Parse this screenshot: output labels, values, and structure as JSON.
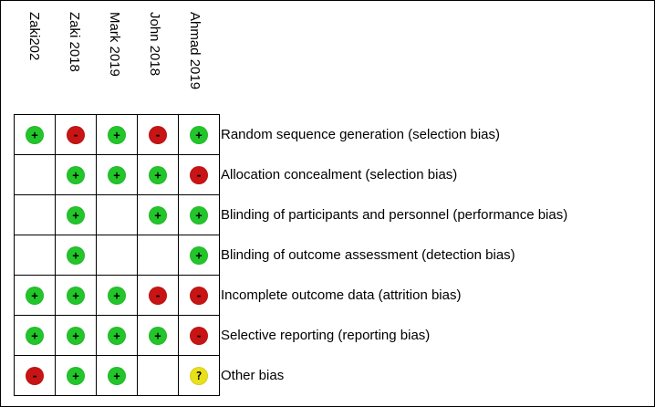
{
  "chart_data": {
    "type": "table",
    "studies": [
      "Zaki202",
      "Zaki 2018",
      "Mark 2019",
      "John 2018",
      "Ahmad 2019"
    ],
    "domains": [
      "Random sequence generation (selection bias)",
      "Allocation concealment (selection bias)",
      "Blinding of participants and personnel (performance bias)",
      "Blinding of outcome assessment (detection bias)",
      "Incomplete outcome data (attrition bias)",
      "Selective reporting (reporting bias)",
      "Other bias"
    ],
    "judgements": [
      [
        "+",
        "-",
        "+",
        "-",
        "+"
      ],
      [
        "",
        "+",
        "+",
        "+",
        "-"
      ],
      [
        "",
        "+",
        "",
        "+",
        "+"
      ],
      [
        "",
        "+",
        "",
        "",
        "+"
      ],
      [
        "+",
        "+",
        "+",
        "-",
        "-"
      ],
      [
        "+",
        "+",
        "+",
        "+",
        "-"
      ],
      [
        "-",
        "+",
        "+",
        "",
        "?"
      ]
    ],
    "colors": {
      "low": "#22c62a",
      "high": "#c81414",
      "unclear": "#e8e01a"
    }
  }
}
